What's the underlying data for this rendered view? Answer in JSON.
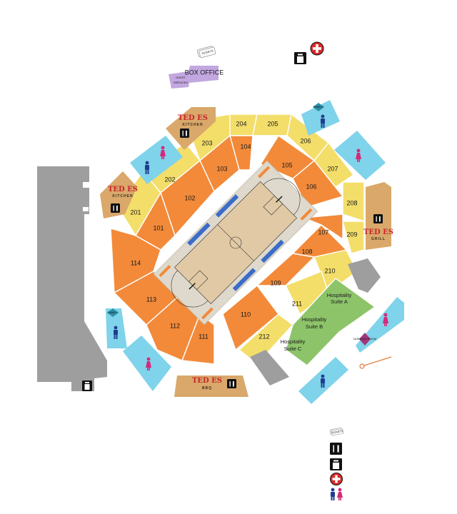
{
  "sections": {
    "lower": [
      "101",
      "102",
      "103",
      "104",
      "105",
      "106",
      "107",
      "108",
      "109",
      "110",
      "111",
      "112",
      "113",
      "114"
    ],
    "upper": [
      "201",
      "202",
      "203",
      "204",
      "205",
      "206",
      "207",
      "208",
      "209",
      "210",
      "211",
      "212"
    ]
  },
  "hospitality": {
    "suite_a": [
      "Hospitality",
      "Suite A"
    ],
    "suite_b": [
      "Hospitality",
      "Suite B"
    ],
    "suite_c": [
      "Hospitality",
      "Suite C"
    ]
  },
  "box_office": "BOX OFFICE",
  "guest_services": [
    "GUEST",
    "SERVICES"
  ],
  "tickets_label": "TICKETS",
  "family_label": "FAMILY",
  "nursing_label": "NURSING ROOM",
  "concessions": {
    "kitchen_top": {
      "brand": "TED ES",
      "sub": "KITCHEN"
    },
    "kitchen_left": {
      "brand": "TED ES",
      "sub": "KITCHEN"
    },
    "grill": {
      "brand": "TED ES",
      "sub": "GRILL"
    },
    "bbq": {
      "brand": "TED ES",
      "sub": "BBQ"
    }
  },
  "colors": {
    "lower_bowl": "#f28a3a",
    "upper_bowl": "#f3de6a",
    "hospitality": "#8dc46a",
    "restroom_bg": "#7fd3ea",
    "concession": "#d9a86a",
    "box_office": "#c2a7e0",
    "building": "#9e9e9e",
    "court": "#ded9cc"
  },
  "icons": [
    "fork-knife-icon",
    "atm-icon",
    "first-aid-icon",
    "men-icon",
    "women-icon",
    "tickets-icon"
  ]
}
